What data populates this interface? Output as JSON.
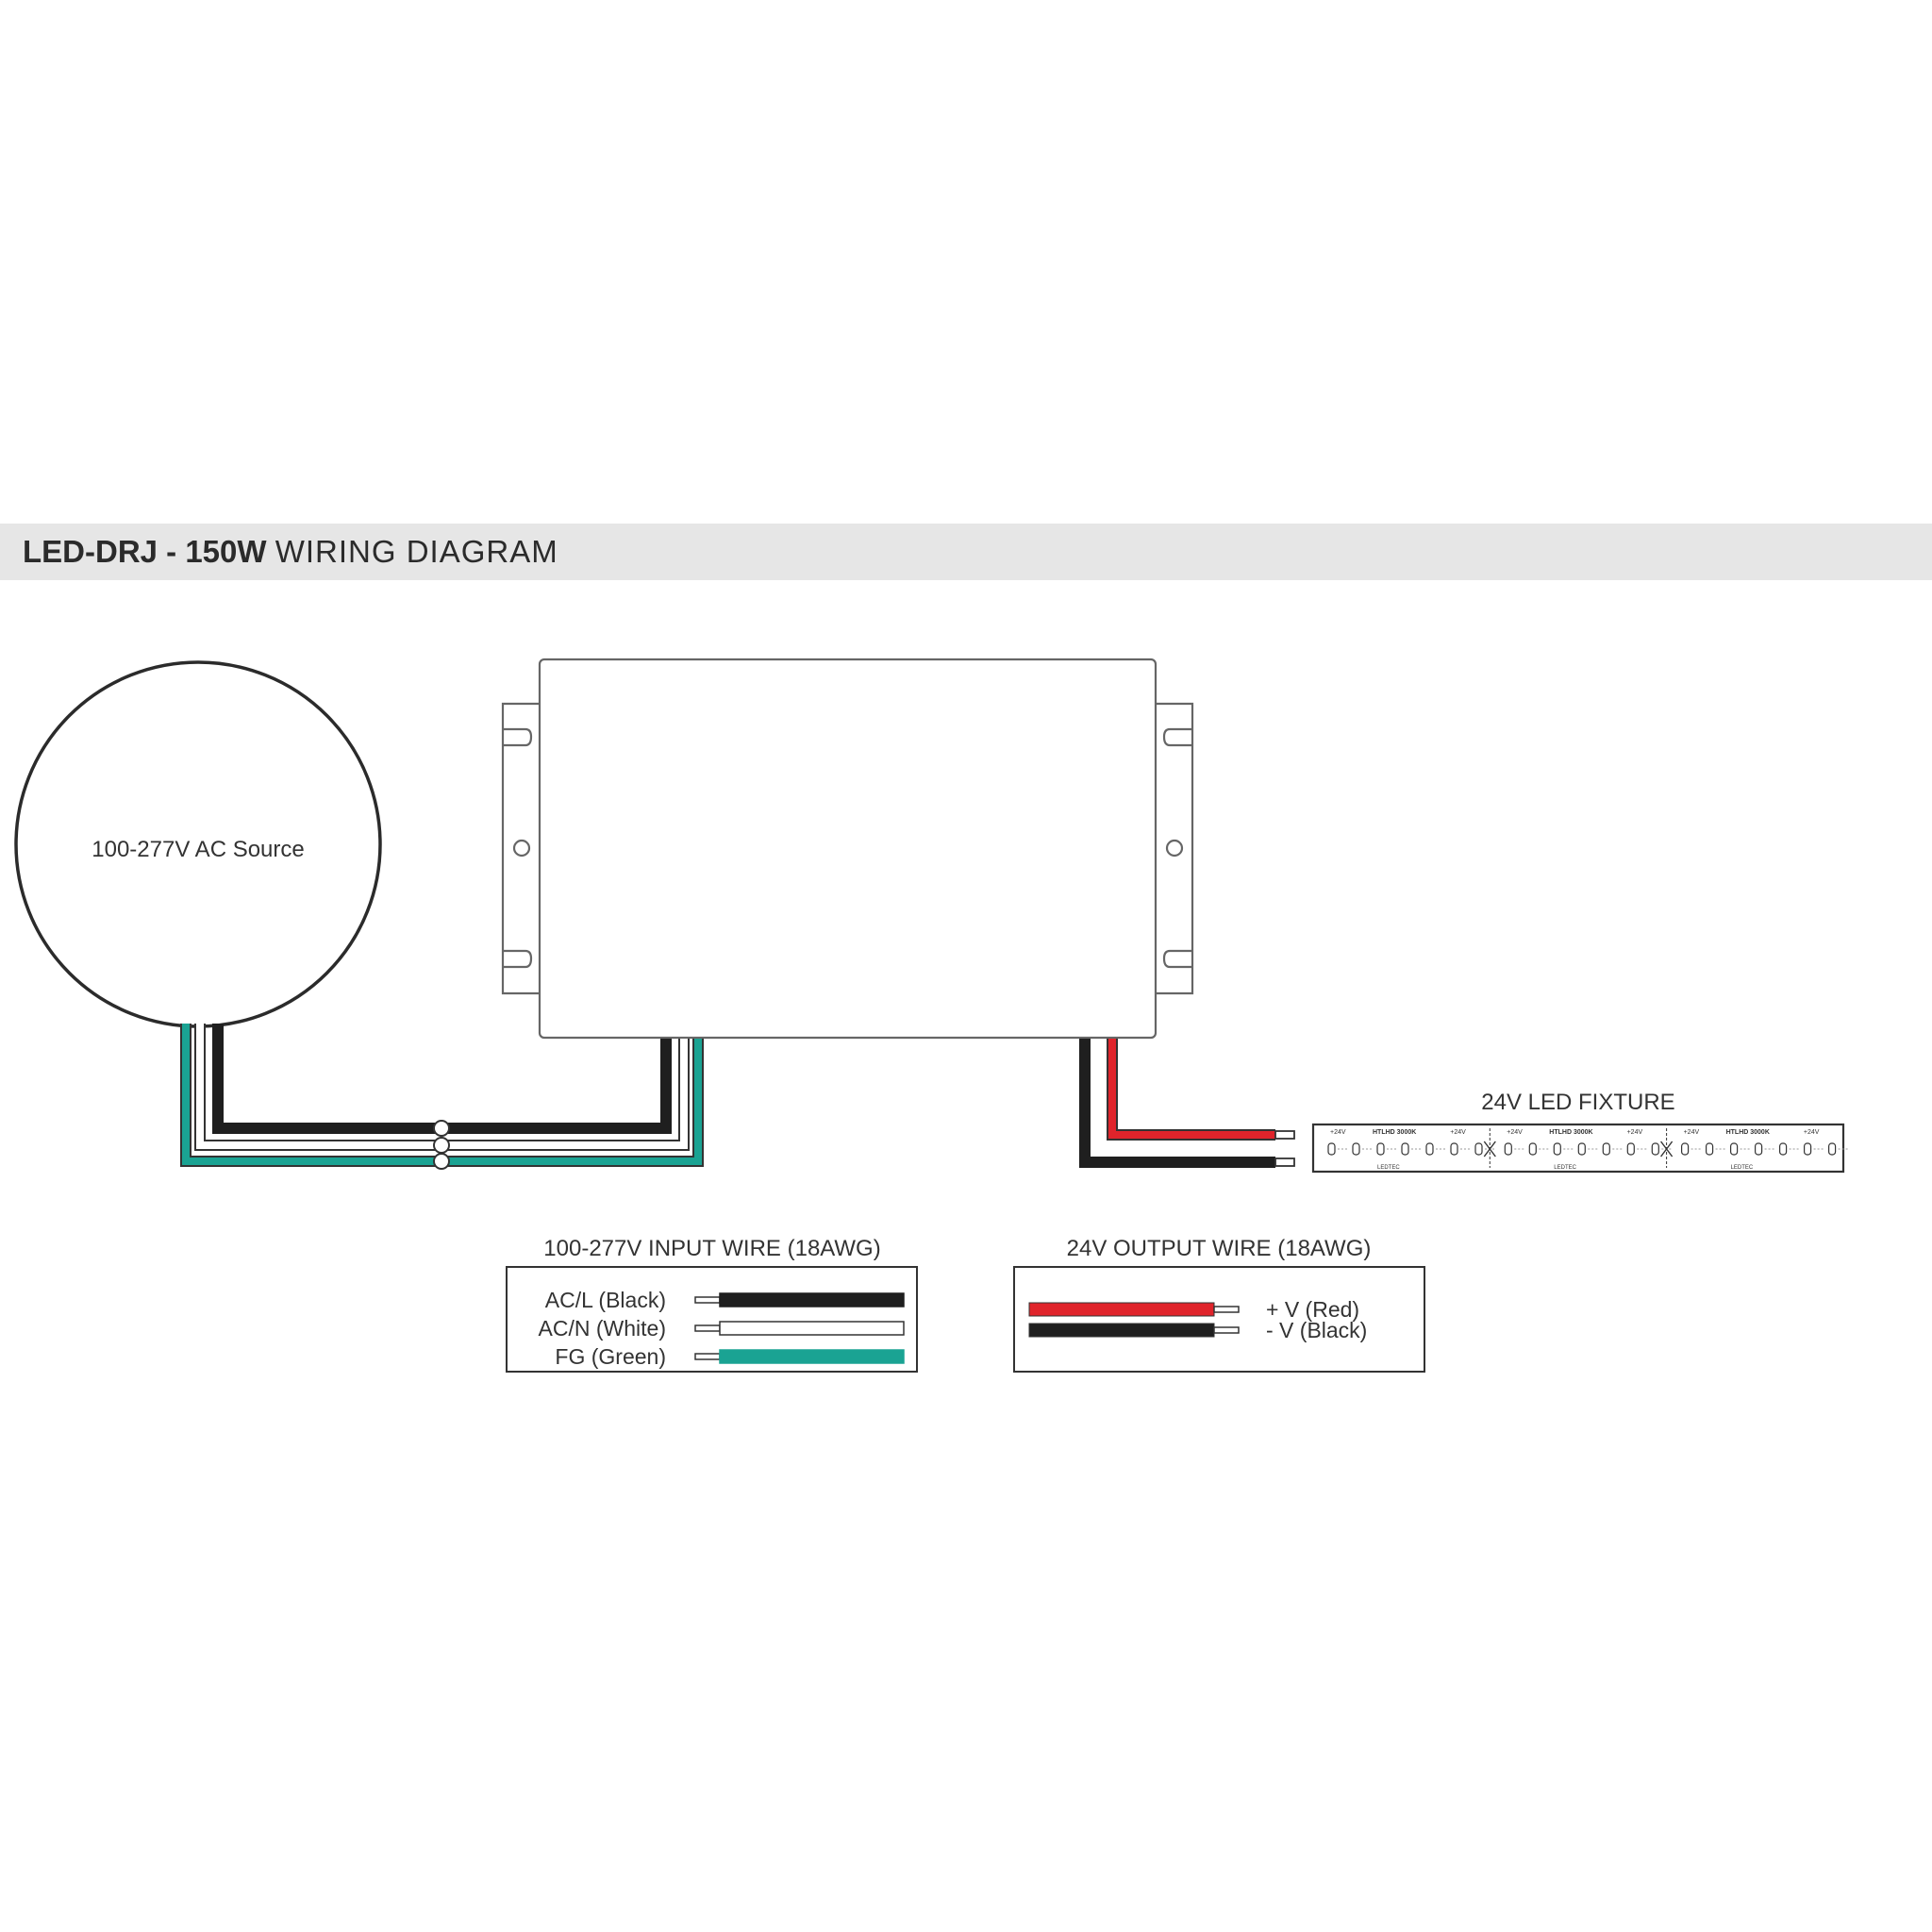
{
  "header": {
    "product": "LED-DRJ - 150W",
    "subtitle": "WIRING DIAGRAM"
  },
  "source": {
    "label": "100-277V AC Source"
  },
  "fixture": {
    "label": "24V LED FIXTURE",
    "segments": [
      {
        "voltage_left": "+24V",
        "model": "HTLHD 3000K",
        "voltage_right": "+24V",
        "brand": "LEDTEC"
      },
      {
        "voltage_left": "+24V",
        "model": "HTLHD 3000K",
        "voltage_right": "+24V",
        "brand": "LEDTEC"
      },
      {
        "voltage_left": "+24V",
        "model": "HTLHD 3000K",
        "voltage_right": "+24V",
        "brand": "LEDTEC"
      }
    ]
  },
  "input_legend": {
    "title": "100-277V INPUT WIRE (18AWG)",
    "wires": [
      {
        "label": "AC/L (Black)",
        "color": "#1f1f1f"
      },
      {
        "label": "AC/N (White)",
        "color": "#ffffff"
      },
      {
        "label": "FG (Green)",
        "color": "#1aa393"
      }
    ]
  },
  "output_legend": {
    "title": "24V OUTPUT WIRE (18AWG)",
    "wires": [
      {
        "label": "+ V (Red)",
        "color": "#e0242b"
      },
      {
        "label": "- V (Black)",
        "color": "#1f1f1f"
      }
    ]
  },
  "colors": {
    "header_bg": "#e6e6e6",
    "outline": "#333333",
    "black_wire": "#1f1f1f",
    "white_wire": "#ffffff",
    "green_wire": "#1aa393",
    "red_wire": "#e0242b"
  }
}
